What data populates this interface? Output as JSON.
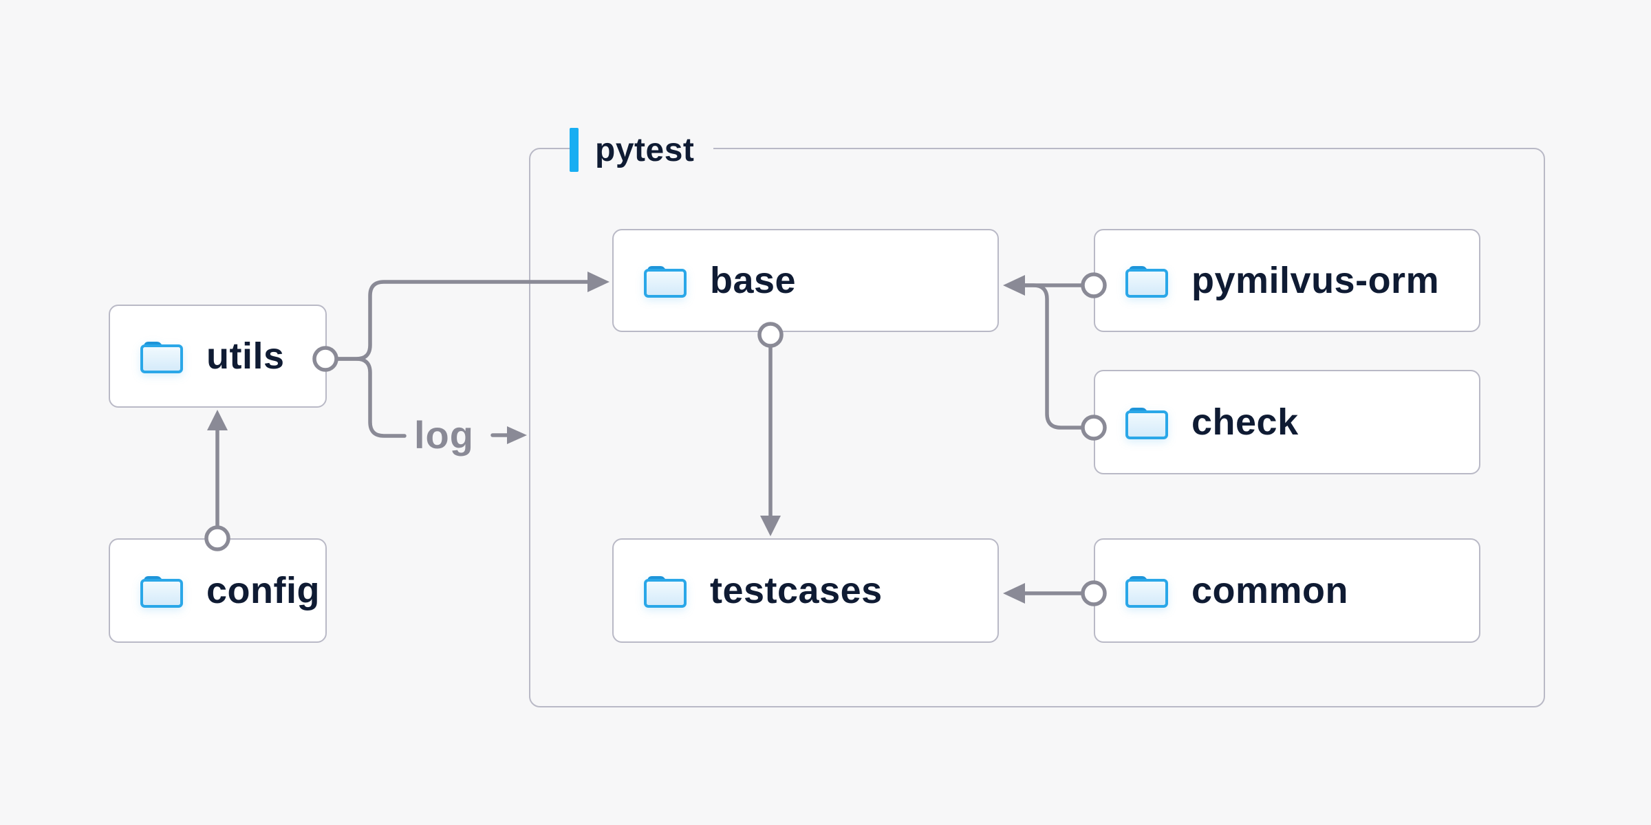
{
  "diagram": {
    "group": {
      "label": "pytest",
      "accent_color": "#18aef2"
    },
    "nodes": [
      {
        "id": "utils",
        "label": "utils",
        "icon": "folder-icon"
      },
      {
        "id": "config",
        "label": "config",
        "icon": "folder-icon"
      },
      {
        "id": "base",
        "label": "base",
        "icon": "folder-icon"
      },
      {
        "id": "pymilvus-orm",
        "label": "pymilvus-orm",
        "icon": "folder-icon"
      },
      {
        "id": "check",
        "label": "check",
        "icon": "folder-icon"
      },
      {
        "id": "testcases",
        "label": "testcases",
        "icon": "folder-icon"
      },
      {
        "id": "common",
        "label": "common",
        "icon": "folder-icon"
      }
    ],
    "edges": [
      {
        "from": "config",
        "to": "utils",
        "label": ""
      },
      {
        "from": "utils",
        "to": "base",
        "label": ""
      },
      {
        "from": "utils",
        "to": "pytest-group",
        "label": "log"
      },
      {
        "from": "base",
        "to": "testcases",
        "label": ""
      },
      {
        "from": "pymilvus-orm",
        "to": "base",
        "label": ""
      },
      {
        "from": "check",
        "to": "base",
        "label": ""
      },
      {
        "from": "common",
        "to": "testcases",
        "label": ""
      }
    ],
    "edge_label_log": "log",
    "colors": {
      "background": "#f7f7f8",
      "node_background": "#ffffff",
      "node_border": "#b9b9c6",
      "connector": "#8a8a96",
      "node_text": "#0f1b33",
      "muted_label": "#8a8a96",
      "accent_blue": "#18aef2",
      "folder_outline": "#2aa7e8",
      "folder_tab": "#1d94d9",
      "folder_fill_top": "#f2fafe",
      "folder_fill_bottom": "#d3eafa"
    }
  }
}
